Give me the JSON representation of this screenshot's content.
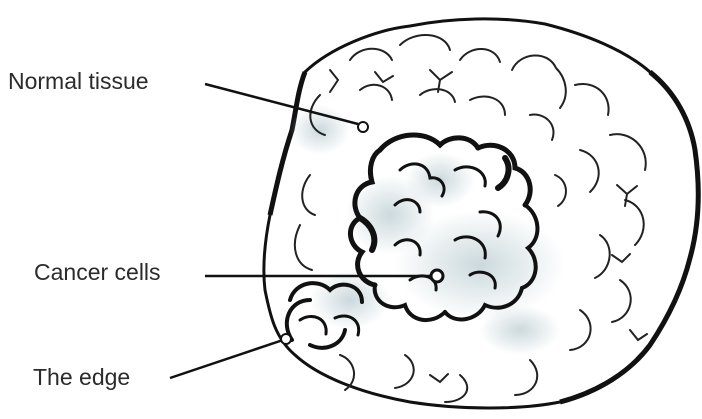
{
  "labels": {
    "normal_tissue": "Normal tissue",
    "cancer_cells": "Cancer cells",
    "the_edge": "The edge"
  },
  "colors": {
    "outline": "#111111",
    "leader_line": "#111111",
    "shading": "#c9d7db",
    "text": "#2b2b2b"
  }
}
